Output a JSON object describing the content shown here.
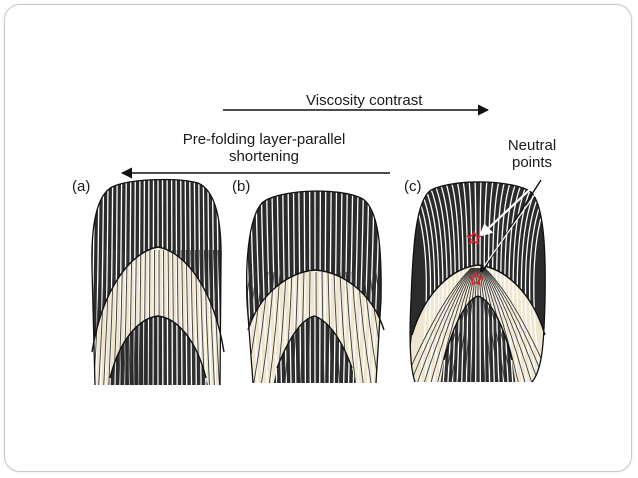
{
  "figure": {
    "arrow_top_label": "Viscosity contrast",
    "arrow_mid_label_line1": "Pre-folding layer-parallel",
    "arrow_mid_label_line2": "shortening",
    "panel_labels": [
      "(a)",
      "(b)",
      "(c)"
    ],
    "neutral_label_line1": "Neutral",
    "neutral_label_line2": "points"
  },
  "colors": {
    "dark_layer": "#2b2b2b",
    "light_layer": "#efe6cf",
    "star": "#d8232a",
    "stroke": "#111111"
  }
}
